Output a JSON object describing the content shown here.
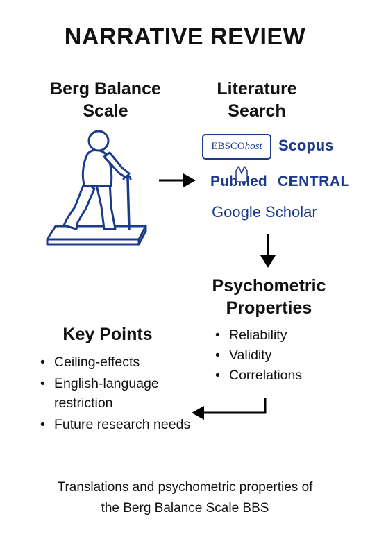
{
  "title": "NARRATIVE REVIEW",
  "berg": {
    "line1": "Berg Balance",
    "line2": "Scale"
  },
  "literature": {
    "line1": "Literature",
    "line2": "Search",
    "databases": {
      "ebsco_main": "EBSCO",
      "ebsco_host": "host",
      "scopus": "Scopus",
      "pubmed": "PubMed",
      "central": "CENTRAL",
      "google": "Google Scholar"
    }
  },
  "psychometric": {
    "line1": "Psychometric",
    "line2": "Properties",
    "items": [
      "Reliability",
      "Validity",
      "Correlations"
    ]
  },
  "key_points": {
    "heading": "Key Points",
    "items": [
      "Ceiling-effects",
      "English-language restriction",
      "Future research needs"
    ]
  },
  "caption": {
    "line1": "Translations and psychometric properties of",
    "line2": "the Berg Balance Scale BBS"
  },
  "colors": {
    "logo": "#1b3a8c",
    "text": "#111111",
    "figure_stroke": "#1b3a8c"
  }
}
